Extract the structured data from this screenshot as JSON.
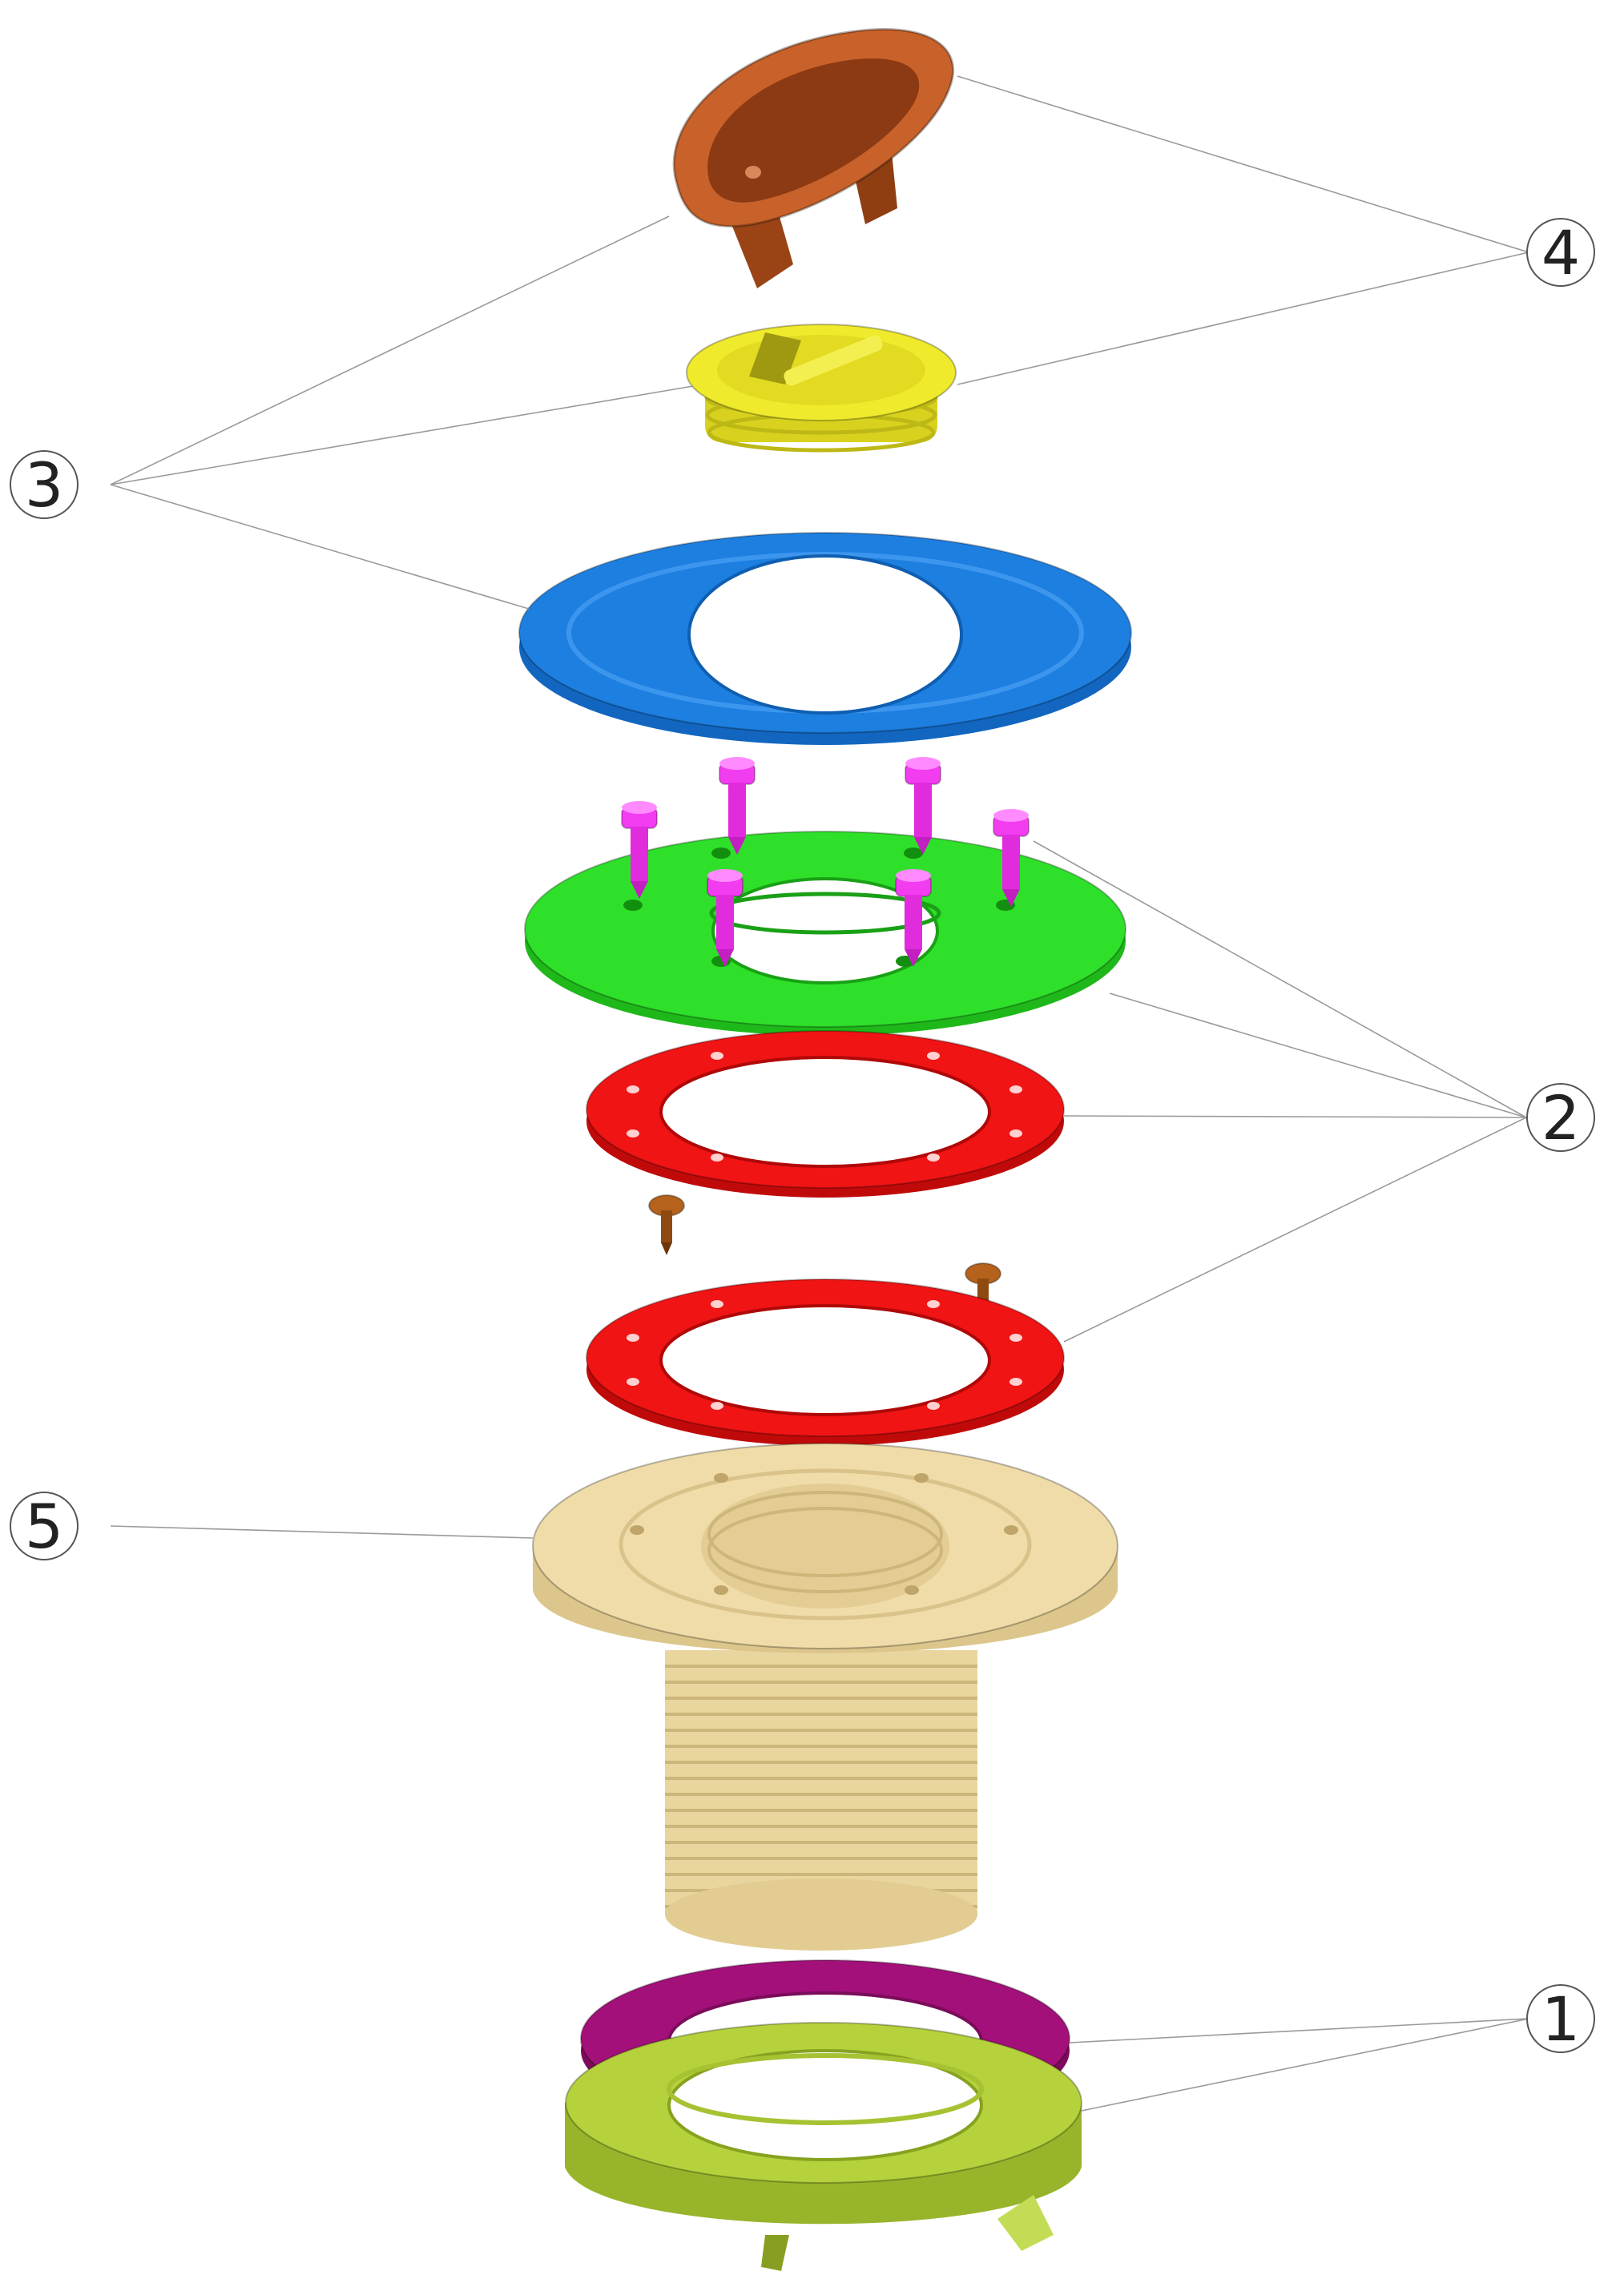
{
  "callouts": {
    "c1": "1",
    "c2": "2",
    "c3": "3",
    "c4": "4",
    "c5": "5"
  },
  "colors": {
    "handle": "#c8622a",
    "plug": "#f0ea2c",
    "cover_ring": "#1d7fe0",
    "flange": "#2fe02a",
    "screw_pink": "#f23cf0",
    "gasket": "#f01414",
    "screw_brown": "#b5621c",
    "body": "#efdca8",
    "seal": "#a4107a",
    "nut": "#b5d23c"
  }
}
